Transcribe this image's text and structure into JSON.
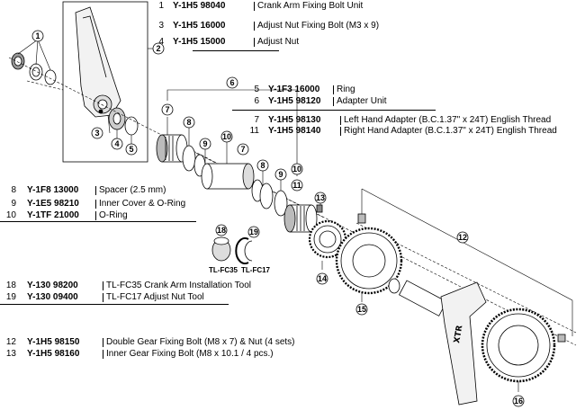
{
  "parts": [
    {
      "no": "1",
      "code": "Y-1H5 98040",
      "desc": "Crank Arm Fixing Bolt Unit"
    },
    {
      "no": "3",
      "code": "Y-1H5 16000",
      "desc": "Adjust Nut Fixing Bolt (M3 x 9)"
    },
    {
      "no": "4",
      "code": "Y-1H5 15000",
      "desc": "Adjust Nut"
    },
    {
      "no": "5",
      "code": "Y-1F3 16000",
      "desc": "Ring"
    },
    {
      "no": "6",
      "code": "Y-1H5 98120",
      "desc": "Adapter Unit"
    },
    {
      "no": "7",
      "code": "Y-1H5 98130",
      "desc": "Left Hand Adapter (B.C.1.37\" x 24T) English Thread"
    },
    {
      "no": "11",
      "code": "Y-1H5 98140",
      "desc": "Right Hand Adapter (B.C.1.37\" x 24T) English Thread"
    },
    {
      "no": "8",
      "code": "Y-1F8 13000",
      "desc": "Spacer (2.5 mm)"
    },
    {
      "no": "9",
      "code": "Y-1E5 98210",
      "desc": "Inner Cover & O-Ring"
    },
    {
      "no": "10",
      "code": "Y-1TF 21000",
      "desc": "O-Ring"
    },
    {
      "no": "18",
      "code": "Y-130 98200",
      "desc": "TL-FC35 Crank Arm Installation Tool"
    },
    {
      "no": "19",
      "code": "Y-130 09400",
      "desc": "TL-FC17 Adjust Nut Tool"
    },
    {
      "no": "12",
      "code": "Y-1H5 98150",
      "desc": "Double Gear Fixing Bolt (M8 x 7) & Nut (4 sets)"
    },
    {
      "no": "13",
      "code": "Y-1H5 98160",
      "desc": "Inner Gear Fixing Bolt (M8 x 10.1 / 4 pcs.)"
    }
  ],
  "callouts": [
    "1",
    "2",
    "3",
    "4",
    "5",
    "6",
    "7",
    "8",
    "9",
    "10",
    "7",
    "8",
    "9",
    "10",
    "11",
    "12",
    "13",
    "14",
    "15",
    "16",
    "18",
    "19"
  ],
  "tools": {
    "tl_fc35": "TL-FC35",
    "tl_fc17": "TL-FC17"
  },
  "crank_brand": "XTR"
}
